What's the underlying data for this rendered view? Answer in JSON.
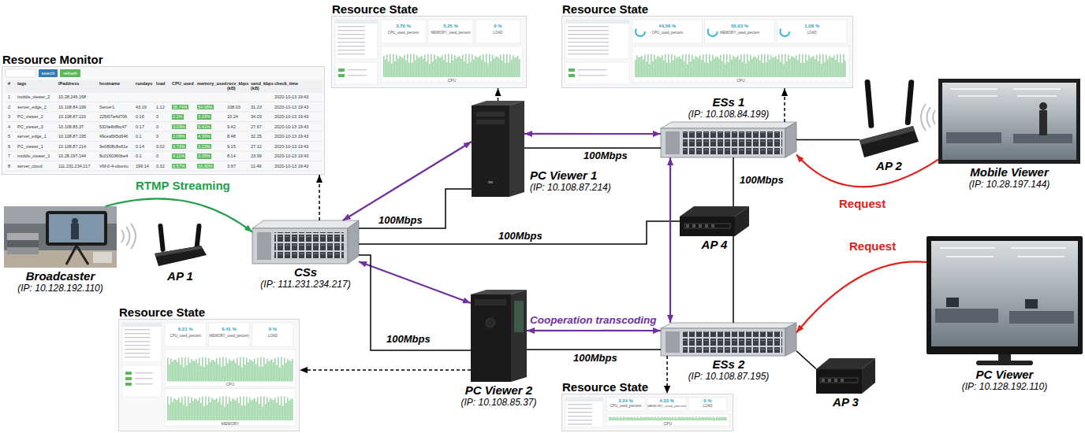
{
  "diagram": {
    "nodes": [
      {
        "text": [
          "Resource Monitor"
        ]
      },
      {
        "text": [
          "Resource State"
        ]
      },
      {
        "text": [
          "Resource State"
        ]
      },
      {
        "text": [
          "Resource State"
        ]
      },
      {
        "text": [
          "Resource State"
        ]
      },
      {
        "text": [
          "Broadcaster",
          "(IP: 10.128.192.110)"
        ]
      },
      {
        "text": [
          "AP 1"
        ]
      },
      {
        "text": [
          "CSs",
          "(IP: 111.231.234.217)"
        ]
      },
      {
        "text": [
          "PC Viewer 1",
          "(IP: 10.108.87.214)"
        ]
      },
      {
        "text": [
          "PC Viewer 2",
          "(IP: 10.108.85.37)"
        ]
      },
      {
        "text": [
          "AP 4"
        ]
      },
      {
        "text": [
          "ESs 1",
          "(IP: 10.108.84.199)"
        ]
      },
      {
        "text": [
          "ESs 2",
          "(IP: 10.108.87.195)"
        ]
      },
      {
        "text": [
          "AP 2"
        ]
      },
      {
        "text": [
          "AP 3"
        ]
      },
      {
        "text": [
          "Mobile Viewer",
          "(IP: 10.28.197.144)"
        ]
      },
      {
        "text": [
          "PC Viewer",
          "(IP: 10.128.192.110)"
        ]
      }
    ],
    "edges": [
      {
        "from": 5,
        "to": 7,
        "arrow": "to",
        "label": "RTMP Streaming"
      },
      {
        "from": 7,
        "to": 8,
        "arrow": "both"
      },
      {
        "from": 7,
        "to": 9,
        "arrow": "both"
      },
      {
        "from": 7,
        "to": 8,
        "arrow": "none",
        "label": "100Mbps"
      },
      {
        "from": 7,
        "to": 10,
        "arrow": "none",
        "label": "100Mbps"
      },
      {
        "from": 7,
        "to": 9,
        "arrow": "none",
        "label": "100Mbps"
      },
      {
        "from": 8,
        "to": 11,
        "arrow": "both"
      },
      {
        "from": 8,
        "to": 11,
        "arrow": "none",
        "label": "100Mbps"
      },
      {
        "from": 9,
        "to": 12,
        "arrow": "both",
        "label": "Cooperation transcoding"
      },
      {
        "from": 9,
        "to": 12,
        "arrow": "none",
        "label": "100Mbps"
      },
      {
        "from": 11,
        "to": 12,
        "arrow": "both"
      },
      {
        "from": 10,
        "to": 11,
        "arrow": "none",
        "label": "100Mbps"
      },
      {
        "from": 10,
        "to": 12,
        "arrow": "none"
      },
      {
        "from": 11,
        "to": 13,
        "arrow": "none"
      },
      {
        "from": 12,
        "to": 14,
        "arrow": "none"
      },
      {
        "from": 15,
        "to": 11,
        "arrow": "to",
        "label": "Request"
      },
      {
        "from": 16,
        "to": 12,
        "arrow": "to",
        "label": "Request"
      },
      {
        "from": 7,
        "to": 0,
        "arrow": "to"
      },
      {
        "from": 8,
        "to": 1,
        "arrow": "to"
      },
      {
        "from": 11,
        "to": 2,
        "arrow": "to"
      },
      {
        "from": 9,
        "to": 3,
        "arrow": "to"
      },
      {
        "from": 12,
        "to": 4,
        "arrow": "to"
      }
    ],
    "labels": [
      "search",
      "refresh",
      "#",
      "tags",
      "IPaddress",
      "hostname",
      "rundays",
      "load",
      "CPU_used",
      "memory_used",
      "recv_kbps (kB)",
      "send_kbps (kB)",
      "check_time",
      "1",
      "mobile_viewer_2",
      "10.28.246.168",
      "2020-10-13 19:43",
      "2",
      "server_edge_2",
      "10.108.84.199",
      "Server1",
      "43.19",
      "1.12",
      "36.74%",
      "54.08%",
      "108.03",
      "31.23",
      "2020-10-13 19:43",
      "3",
      "PC_viewer_2",
      "10.108.87.110",
      "225f07a4d706",
      "0.16",
      "0",
      "2.2%",
      "3.33%",
      "10.24",
      "34.03",
      "2020-10-13 19:43",
      "4",
      "PC_viewer_3",
      "10.108.85.37",
      "532fa4b8bc47",
      "0.17",
      "0",
      "3.03%",
      "6.41%",
      "9.42",
      "27.67",
      "2020-10-13 19:43",
      "5",
      "server_edge_1",
      "10.108.87.195",
      "49cea5b5d646",
      "0.1",
      "0",
      "2.08%",
      "4.36%",
      "8.48",
      "32.25",
      "2020-10-13 19:43",
      "6",
      "PC_viewer_1",
      "10.108.87.214",
      "9e0808c8e61e",
      "0.14",
      "0.02",
      "4.73%",
      "3.23%",
      "9.15",
      "27.12",
      "2020-10-13 19:43",
      "7",
      "mobile_viewer_1",
      "10.28.197.144",
      "8c0160360be4",
      "0.1",
      "0",
      "4.11%",
      "3.35%",
      "8.14",
      "23.99",
      "2020-10-13 19:43",
      "8",
      "server_cloud",
      "111.231.234.217",
      "VM-0-4-ubuntu",
      "199.14",
      "0.32",
      "8.57%",
      "16.90%",
      "3.97",
      "11.49",
      "2020-10-13 19:43",
      "3.70 %",
      "5.25 %",
      "0 %",
      "CPU_used_percent",
      "MEMORY_used_percent",
      "LOAD",
      "CPU",
      "44.56 %",
      "56.03 %",
      "1.08 %",
      "CPU_used_percent",
      "MEMORY_used_percent",
      "LOAD",
      "CPU",
      "6.21 %",
      "6.41 %",
      "0 %",
      "CPU_used_percent",
      "MEMORY_used_percent",
      "LOAD",
      "CPU",
      "MEMORY",
      "3.24 %",
      "4.33 %",
      "0 %",
      "CPU_used_percent",
      "MEMORY_used_percent",
      "LOAD",
      "CPU"
    ]
  }
}
